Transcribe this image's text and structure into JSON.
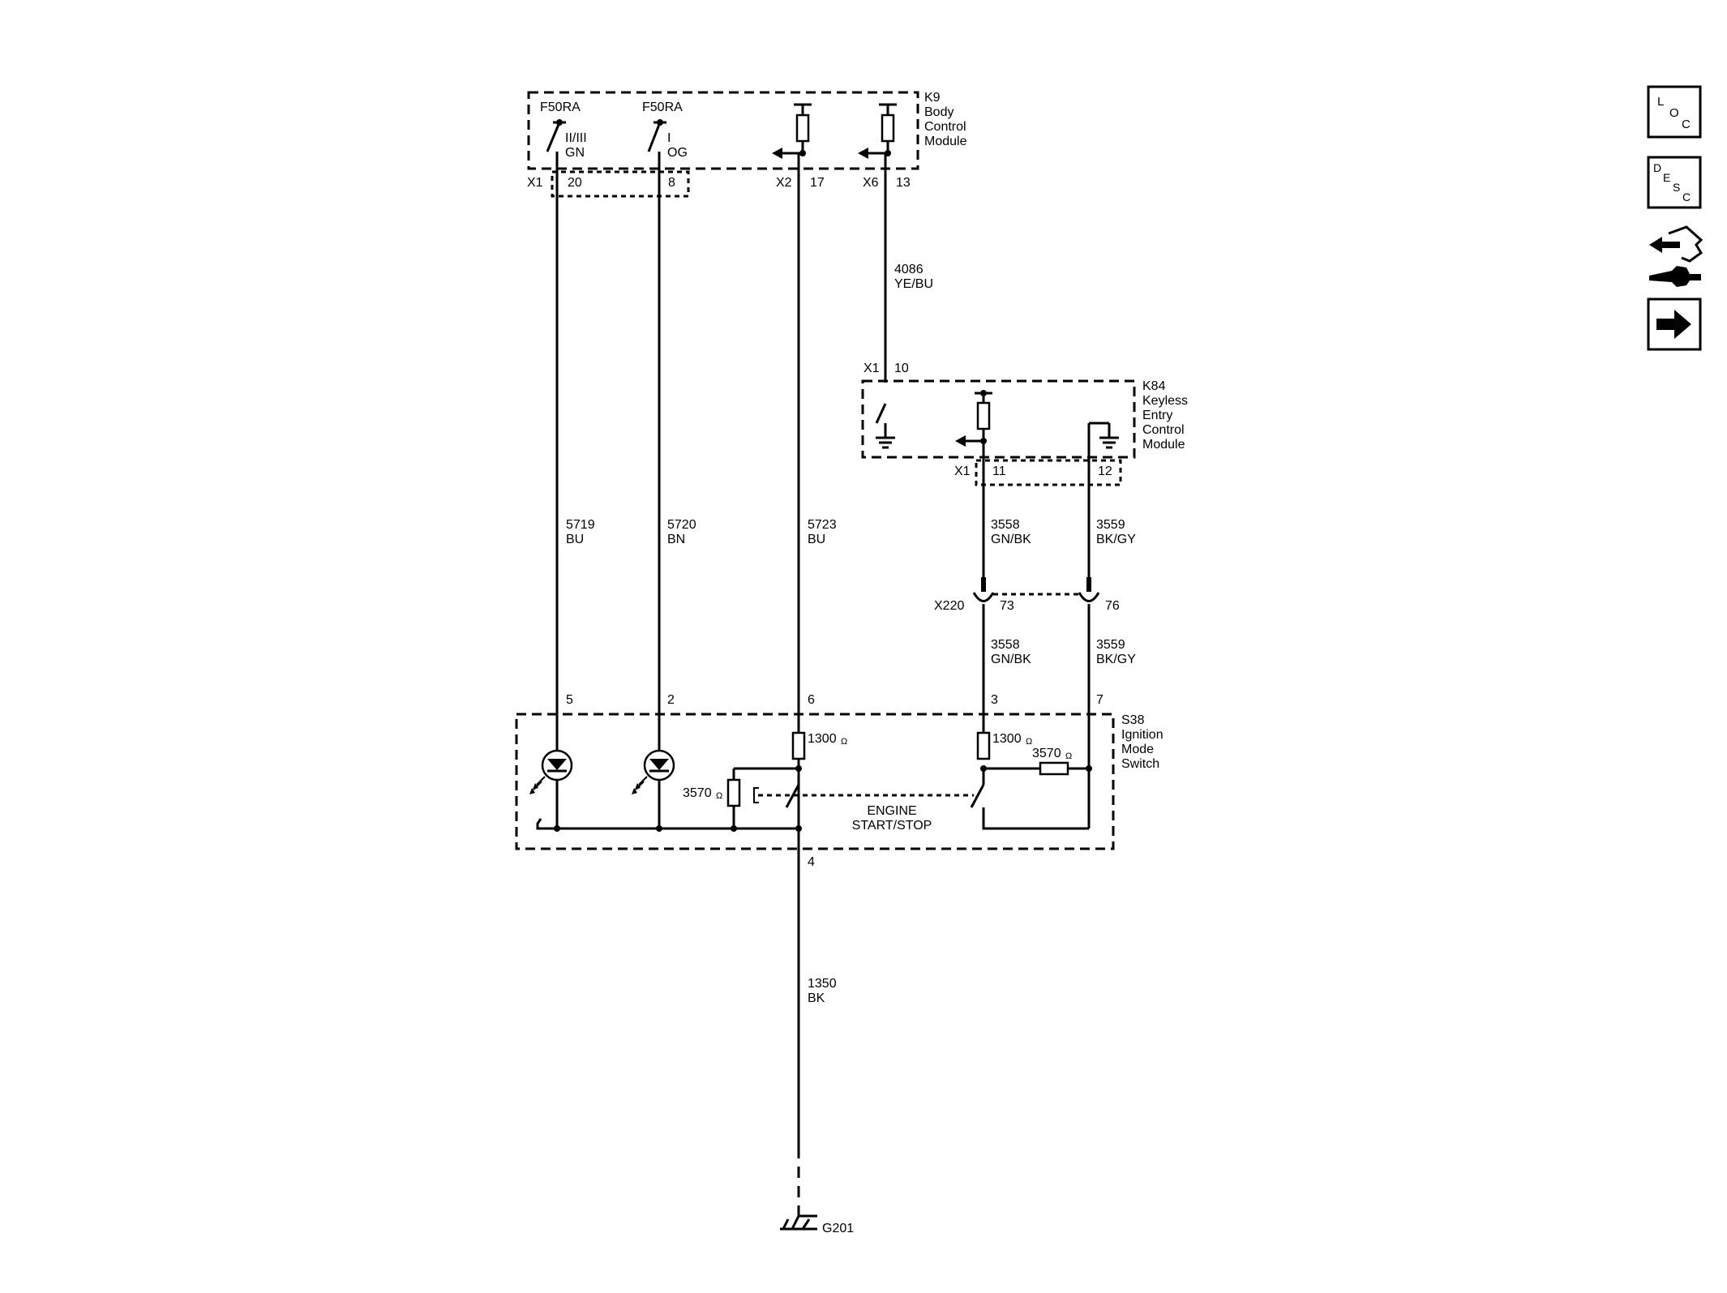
{
  "modules": {
    "k9": {
      "ref": "K9",
      "name_lines": [
        "Body",
        "Control",
        "Module"
      ]
    },
    "k84": {
      "ref": "K84",
      "name_lines": [
        "Keyless",
        "Entry",
        "Control",
        "Module"
      ]
    },
    "s38": {
      "ref": "S38",
      "name_lines": [
        "Ignition",
        "Mode",
        "Switch"
      ]
    }
  },
  "k9_labels": {
    "fuse_a": "F50RA",
    "fuse_a_pos": "II/III",
    "fuse_a_color": "GN",
    "fuse_b": "F50RA",
    "fuse_b_pos": "I",
    "fuse_b_color": "OG",
    "conn_x1": "X1",
    "pin_20": "20",
    "pin_8": "8",
    "conn_x2": "X2",
    "pin_17": "17",
    "conn_x6": "X6",
    "pin_13": "13"
  },
  "wires": {
    "w5719": {
      "circuit": "5719",
      "color": "BU"
    },
    "w5720": {
      "circuit": "5720",
      "color": "BN"
    },
    "w5723": {
      "circuit": "5723",
      "color": "BU"
    },
    "w4086": {
      "circuit": "4086",
      "color": "YE/BU"
    },
    "w3558a": {
      "circuit": "3558",
      "color": "GN/BK"
    },
    "w3559a": {
      "circuit": "3559",
      "color": "BK/GY"
    },
    "w3558b": {
      "circuit": "3558",
      "color": "GN/BK"
    },
    "w3559b": {
      "circuit": "3559",
      "color": "BK/GY"
    },
    "w1350": {
      "circuit": "1350",
      "color": "BK"
    }
  },
  "k84_labels": {
    "conn_x1_top": "X1",
    "pin_10": "10",
    "conn_x1_bottom": "X1",
    "pin_11": "11",
    "pin_12": "12"
  },
  "inline": {
    "conn": "X220",
    "pin_73": "73",
    "pin_76": "76"
  },
  "s38_labels": {
    "pin_5": "5",
    "pin_2": "2",
    "pin_6": "6",
    "pin_3": "3",
    "pin_7": "7",
    "pin_4": "4",
    "r1300_left": "1300",
    "r1300_right": "1300",
    "r3570_left": "3570",
    "r3570_right": "3570",
    "ohm": "Ω",
    "switch_line1": "ENGINE",
    "switch_line2": "START/STOP"
  },
  "ground": {
    "ref": "G201"
  },
  "nav": {
    "loc": {
      "l": "L",
      "o": "O",
      "c": "C"
    },
    "desc": {
      "d": "D",
      "e": "E",
      "s": "S",
      "c": "C"
    }
  }
}
